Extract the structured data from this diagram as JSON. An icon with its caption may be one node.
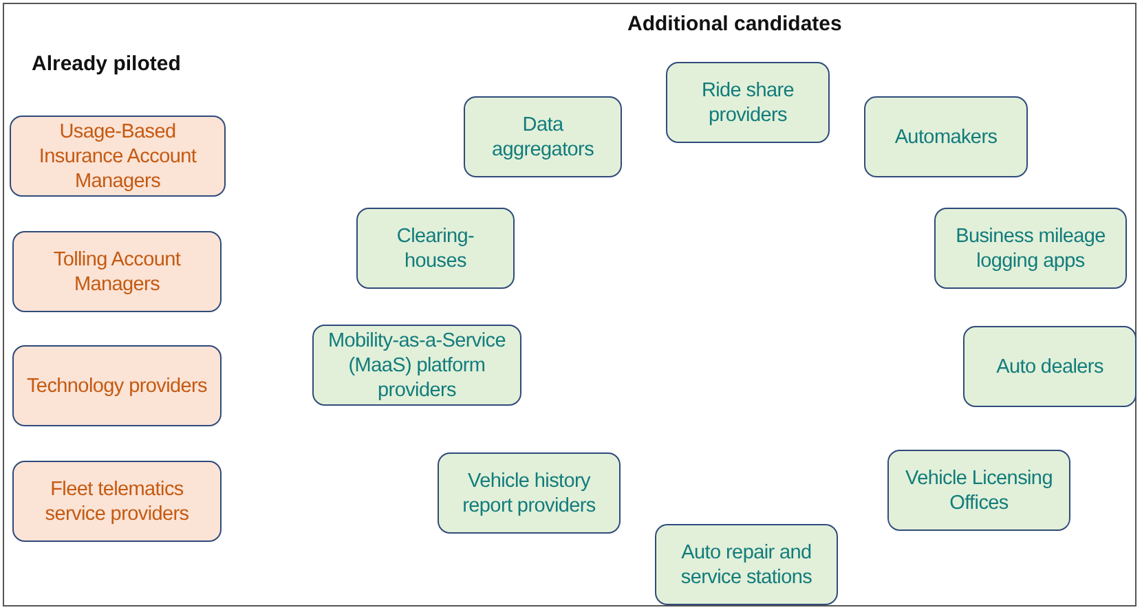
{
  "diagram": {
    "nodes": [
      {
        "text": [
          "Usage-Based Insurance Account Managers"
        ]
      },
      {
        "text": [
          "Tolling Account Managers"
        ]
      },
      {
        "text": [
          "Technology providers"
        ]
      },
      {
        "text": [
          "Fleet telematics service providers"
        ]
      },
      {
        "text": [
          "Ride share providers"
        ]
      },
      {
        "text": [
          "Data aggregators"
        ]
      },
      {
        "text": [
          "Automakers"
        ]
      },
      {
        "text": [
          "Clearing-houses"
        ]
      },
      {
        "text": [
          "Business mileage logging apps"
        ]
      },
      {
        "text": [
          "Mobility-as-a-Service (MaaS) platform providers"
        ]
      },
      {
        "text": [
          "Auto dealers"
        ]
      },
      {
        "text": [
          "Vehicle history report providers"
        ]
      },
      {
        "text": [
          "Vehicle Licensing Offices"
        ]
      },
      {
        "text": [
          "Auto repair and service stations"
        ]
      }
    ],
    "edges": [],
    "labels": [
      "Additional candidates",
      "Already piloted"
    ]
  }
}
